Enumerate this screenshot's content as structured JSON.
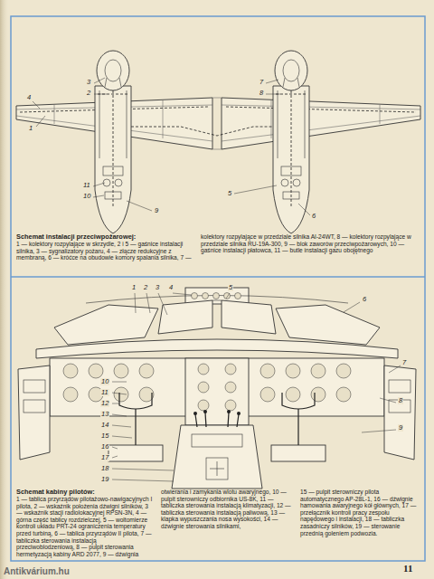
{
  "diagram": {
    "labels": [
      "Schemat instalacji przeciwpożarowej:",
      "1 — kolektory rozpylające w skrzydle, 2 i 5 — gaśnice instalacji silnika, 3 — sygnalizatory pożaru, 4 — złącze redukcyjne z membraną, 6 — króćce na obudowie komory spalania silnika, 7 —",
      "kolektory rozpylające w przedziale silnika AI-24WT, 8 — kolektory rozpylające w przedziale silnika RU-19A-300, 9 — blok zaworów przeciwpożarowych, 10 — gaśnice instalacji płatowca, 11 — butle instalacji gazu obojętnego",
      "1",
      "2",
      "3",
      "4",
      "5",
      "6",
      "7",
      "8",
      "9",
      "10",
      "11",
      "Schemat kabiny pilotów:",
      "1 — tablica przyrządów pilotażowo-nawigacyjnych I pilota, 2 — wskaźnik położenia dźwigni silników, 3 — wskaźnik stacji radiolokacyjnej RPSN-3N, 4 — górna część tablicy rozdzielczej, 5 — woltomierze kontroli układu PRT-24 ograniczenia temperatury przed turbiną, 6 — tablica przyrządów II pilota, 7 — tabliczka sterowania instalacją przeciwoblodzeniową, 8 — pulpit sterowania hermetyzacją kabiny ARD 2077, 9 — dźwignia",
      "otwierania i zamykania wlotu awaryjnego, 10 — pulpit sterowniczy odbiornika US-8K, 11 — tabliczka sterowania instalacją klimatyzacji, 12 — tabliczka sterowania instalacją paliwową, 13 — klapka wypuszczania nosa wysokości, 14 — dźwignie sterowania silnikami,",
      "15 — pulpit sterowniczy pilota automatycznego AP-28L-1, 16 — dźwignie hamowania awaryjnego kół głównych, 17 — przełącznik kontroli pracy zespołu napędowego i instalacji, 18 — tabliczka zasadniczy silników, 19 — sterowanie przednią goleniem podwozia.",
      "1",
      "2",
      "3",
      "4",
      "5",
      "6",
      "7",
      "8",
      "9",
      "10",
      "11",
      "12",
      "13",
      "14",
      "15",
      "16",
      "17",
      "18",
      "19",
      "11",
      "Antikvárium.hu"
    ]
  }
}
